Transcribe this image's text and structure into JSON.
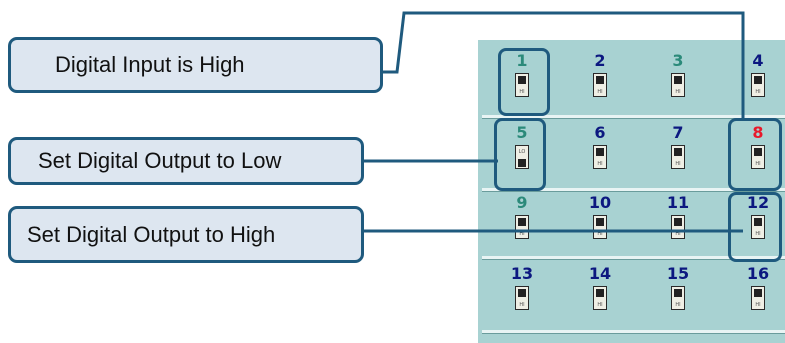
{
  "callouts": [
    {
      "label": "Digital Input is High"
    },
    {
      "label": "Set Digital Output to Low"
    },
    {
      "label": "Set Digital Output to High"
    }
  ],
  "colors": {
    "panel_background": "#a8d2d2",
    "callout_fill": "#dde6f0",
    "callout_border": "#1f5a7e",
    "digital_input_number": "#2b8a7a",
    "digital_output_number": "#0c1880",
    "alarm_number": "#e8182a"
  },
  "io_panel": {
    "cells": [
      {
        "num": "1",
        "num_color": "green",
        "state": "hi",
        "state_label": "HI"
      },
      {
        "num": "2",
        "num_color": "blue",
        "state": "hi",
        "state_label": "HI"
      },
      {
        "num": "3",
        "num_color": "green",
        "state": "hi",
        "state_label": "HI"
      },
      {
        "num": "4",
        "num_color": "blue",
        "state": "hi",
        "state_label": "HI"
      },
      {
        "num": "5",
        "num_color": "green",
        "state": "lo",
        "state_label": "LO"
      },
      {
        "num": "6",
        "num_color": "blue",
        "state": "hi",
        "state_label": "HI"
      },
      {
        "num": "7",
        "num_color": "blue",
        "state": "hi",
        "state_label": "HI"
      },
      {
        "num": "8",
        "num_color": "red",
        "state": "hi",
        "state_label": "HI"
      },
      {
        "num": "9",
        "num_color": "green",
        "state": "hi",
        "state_label": "HI"
      },
      {
        "num": "10",
        "num_color": "blue",
        "state": "hi",
        "state_label": "HI"
      },
      {
        "num": "11",
        "num_color": "blue",
        "state": "hi",
        "state_label": "HI"
      },
      {
        "num": "12",
        "num_color": "blue",
        "state": "hi",
        "state_label": "HI"
      },
      {
        "num": "13",
        "num_color": "blue",
        "state": "hi",
        "state_label": "HI"
      },
      {
        "num": "14",
        "num_color": "blue",
        "state": "hi",
        "state_label": "HI"
      },
      {
        "num": "15",
        "num_color": "blue",
        "state": "hi",
        "state_label": "HI"
      },
      {
        "num": "16",
        "num_color": "blue",
        "state": "hi",
        "state_label": "HI"
      }
    ]
  }
}
